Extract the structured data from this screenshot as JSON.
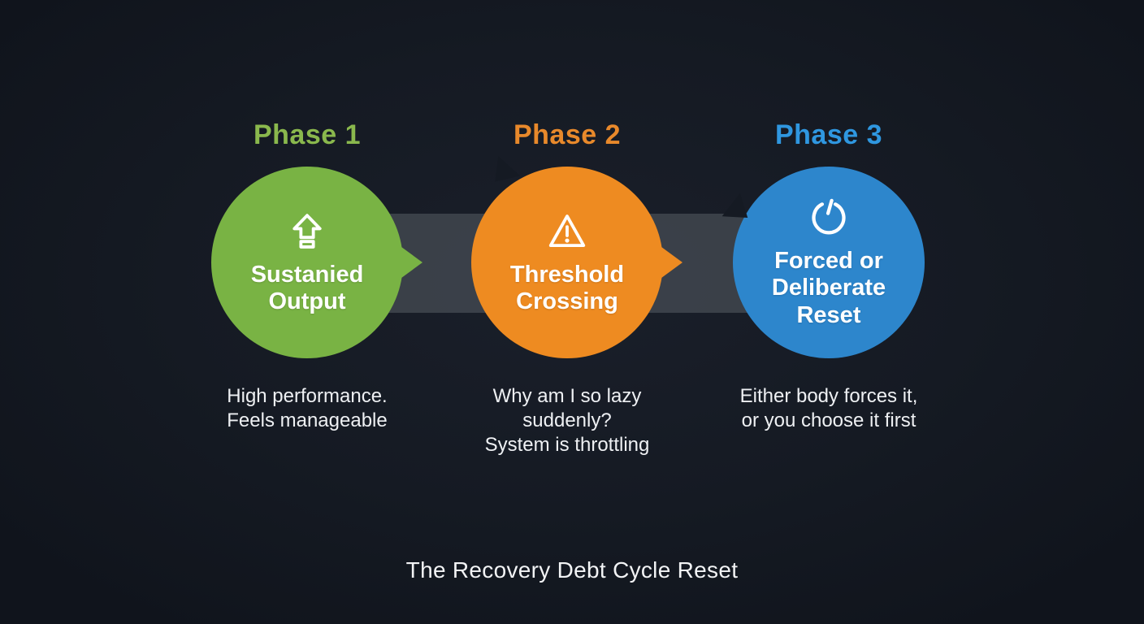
{
  "title": "The Recovery Debt Cycle Reset",
  "colors": {
    "background": "#151a23",
    "connector_band": "#41464f",
    "phase1_green": "#79b344",
    "phase2_orange": "#ee8b21",
    "phase3_blue": "#2d86cc",
    "heading_green": "#8ab84d",
    "heading_orange": "#e8892b",
    "heading_blue": "#2f97e0",
    "text": "#eef0f3"
  },
  "phases": [
    {
      "label": "Phase 1",
      "icon": "arrow-up-icon",
      "bubble_title": "Sustanied\nOutput",
      "description": "High performance.\nFeels manageable"
    },
    {
      "label": "Phase 2",
      "icon": "warning-icon",
      "bubble_title": "Threshold\nCrossing",
      "description": "Why am I so lazy\nsuddenly?\nSystem is throttling"
    },
    {
      "label": "Phase 3",
      "icon": "reset-icon",
      "bubble_title": "Forced or\nDeliberate\nReset",
      "description": "Either body forces it,\nor you choose it first"
    }
  ]
}
